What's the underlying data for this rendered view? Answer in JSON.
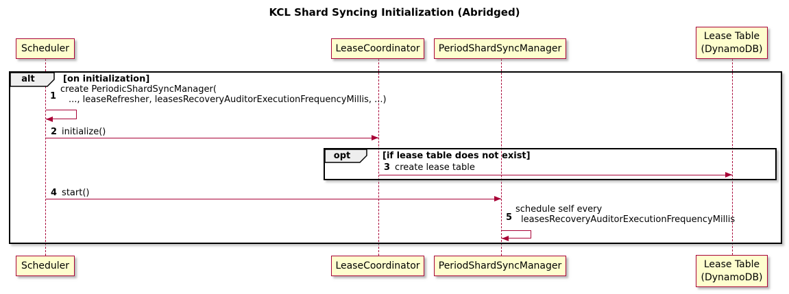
{
  "title": "KCL Shard Syncing Initialization (Abridged)",
  "colors": {
    "participant_fill": "#FEFECE",
    "accent_line": "#A80036",
    "frame_border": "#000000",
    "operator_label_fill": "#EEEEEE",
    "background": "#FFFFFF"
  },
  "participants": [
    {
      "id": "scheduler",
      "label": "Scheduler"
    },
    {
      "id": "lease-coordinator",
      "label": "LeaseCoordinator"
    },
    {
      "id": "period-shard-sync-manager",
      "label": "PeriodShardSyncManager"
    },
    {
      "id": "lease-table",
      "label_line1": "Lease Table",
      "label_line2": "(DynamoDB)"
    }
  ],
  "frames": [
    {
      "operator": "alt",
      "condition": "[on initialization]"
    },
    {
      "operator": "opt",
      "condition": "[if lease table does not exist]"
    }
  ],
  "messages": [
    {
      "num": "1",
      "line1": "create PeriodicShardSyncManager(",
      "line2": "..., leaseRefresher, leasesRecoveryAuditorExecutionFrequencyMillis, ...)",
      "kind": "self",
      "from": "Scheduler",
      "to": "Scheduler"
    },
    {
      "num": "2",
      "text": "initialize()",
      "kind": "call",
      "from": "Scheduler",
      "to": "LeaseCoordinator"
    },
    {
      "num": "3",
      "text": "create lease table",
      "kind": "call",
      "from": "LeaseCoordinator",
      "to": "Lease Table (DynamoDB)"
    },
    {
      "num": "4",
      "text": "start()",
      "kind": "call",
      "from": "Scheduler",
      "to": "PeriodShardSyncManager"
    },
    {
      "num": "5",
      "line1": "schedule self every",
      "line2": "leasesRecoveryAuditorExecutionFrequencyMillis",
      "kind": "self",
      "from": "PeriodShardSyncManager",
      "to": "PeriodShardSyncManager"
    }
  ]
}
